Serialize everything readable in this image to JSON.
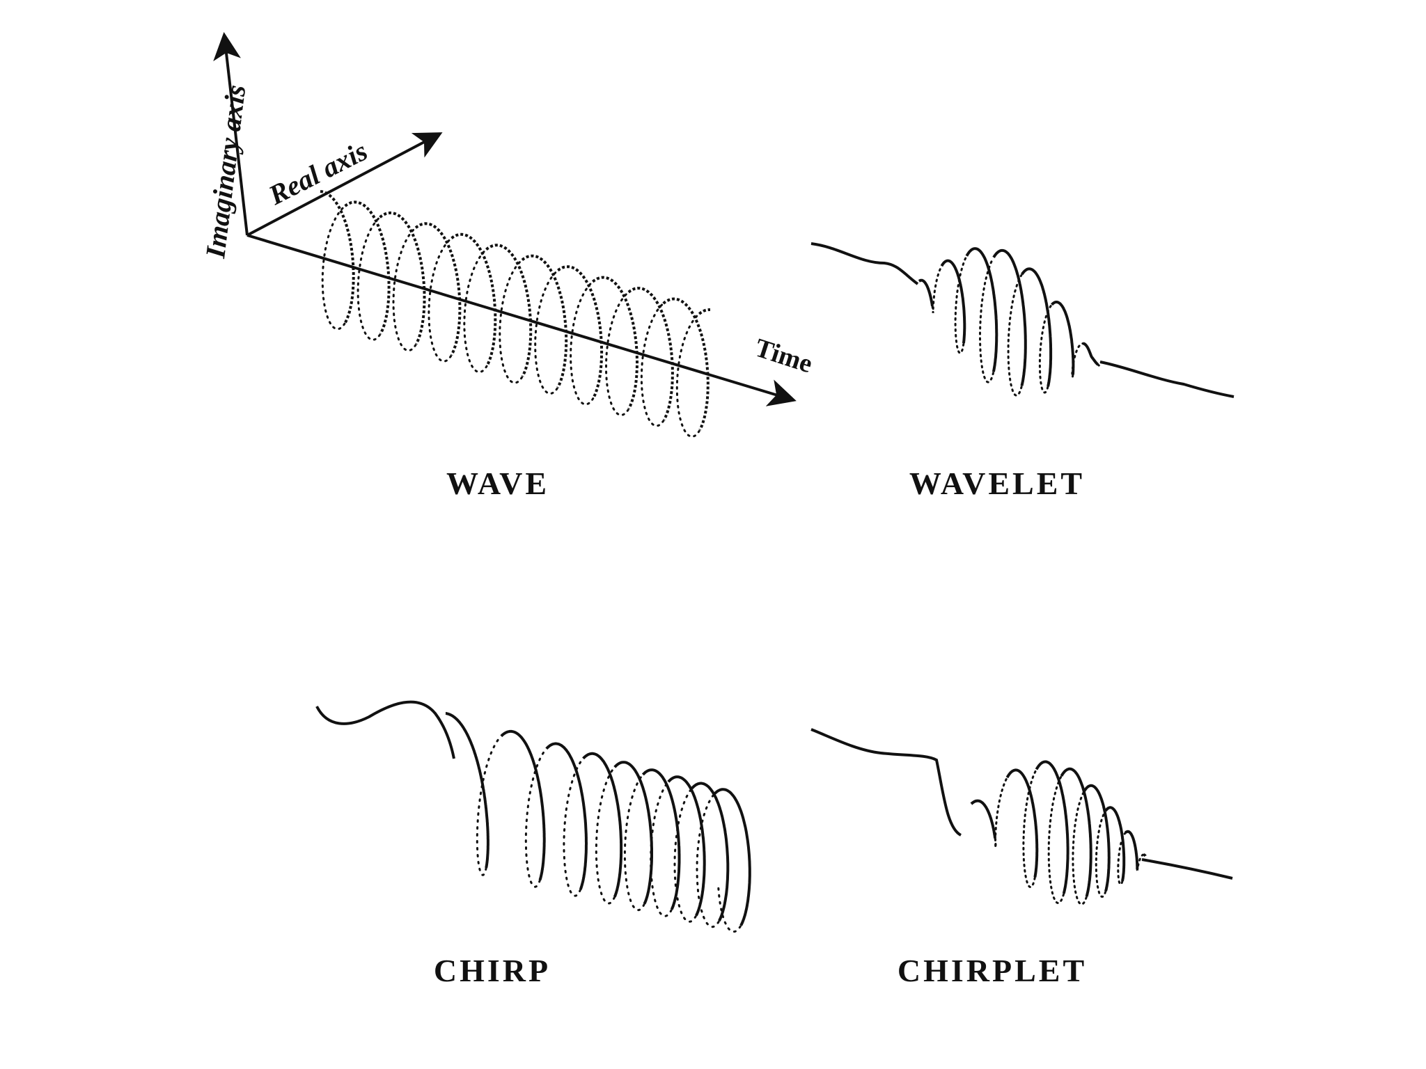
{
  "axes": {
    "imaginary_label": "Imaginary axis",
    "real_label": "Real axis",
    "time_label": "Time"
  },
  "panels": {
    "wave": {
      "label": "WAVE"
    },
    "wavelet": {
      "label": "WAVELET"
    },
    "chirp": {
      "label": "CHIRP"
    },
    "chirplet": {
      "label": "CHIRPLET"
    }
  },
  "colors": {
    "ink": "#111111",
    "background": "#ffffff"
  }
}
